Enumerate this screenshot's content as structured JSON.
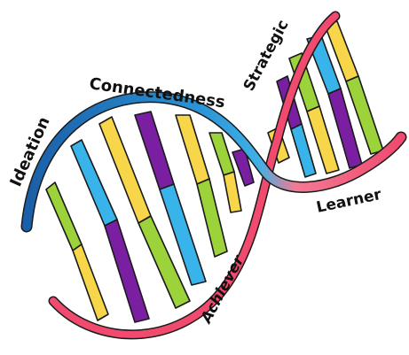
{
  "labels": {
    "ideation": "Ideation",
    "connectedness": "Connectedness",
    "strategic": "Strategic",
    "learner": "Learner",
    "achiever": "Achiever"
  },
  "colors": {
    "backbone_blue": "#1f79c4",
    "backbone_light_blue": "#3fb0e6",
    "backbone_pink": "#f04a6e",
    "yellow": "#f7d64a",
    "green": "#9cd23a",
    "purple": "#7b1fa2",
    "light_blue": "#39b4ea",
    "outline": "#1a1a1a"
  }
}
